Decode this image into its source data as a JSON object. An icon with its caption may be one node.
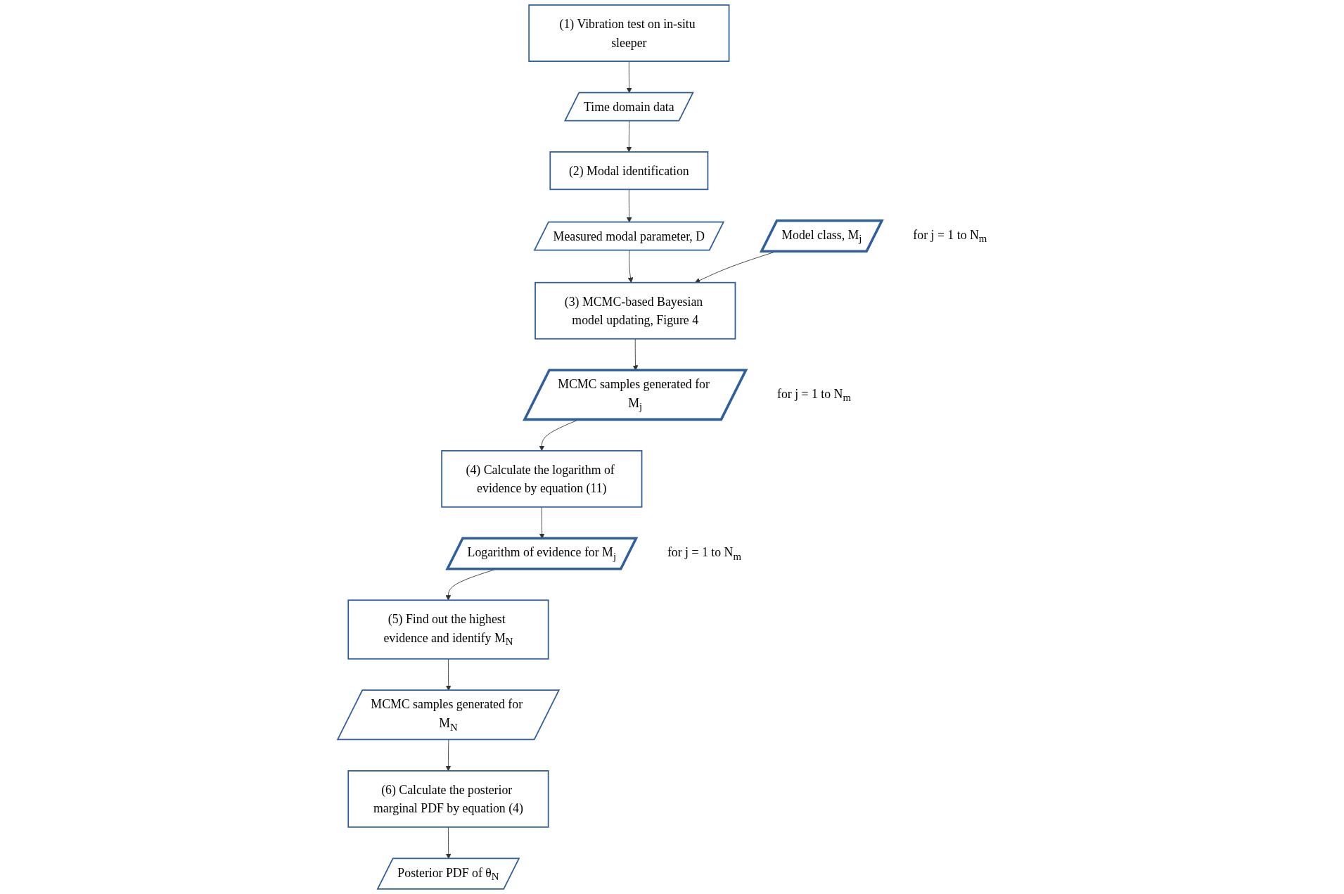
{
  "diagram": {
    "nodes": [
      {
        "text": [
          "Measured modal parameter, D"
        ]
      },
      {
        "text": [
          "(3) MCMC-based Bayesian model updating, Figure 4"
        ]
      },
      {
        "text": [
          "Model class, M$_{j}$"
        ],
        "beside": [
          "for j = 1 to N$_{m}$"
        ]
      },
      {
        "text": [
          "(2) Modal identification"
        ]
      },
      {
        "text": [
          "(4) Calculate the logarithm of evidence by equation (11)"
        ]
      },
      {
        "text": [
          "MCMC samples generated for M$_{j}$"
        ],
        "beside": [
          "for j = 1 to N$_{m}$"
        ]
      },
      {
        "text": [
          "Time domain data"
        ]
      },
      {
        "text": [
          "(5) Find out the highest evidence and identify M$_{N}$"
        ]
      },
      {
        "text": [
          "Logarithm of evidence for M$_{j}$"
        ],
        "beside": [
          "for j = 1 to N$_{m}$"
        ]
      },
      {
        "text": [
          "(1) Vibration test on in-situ sleeper"
        ]
      },
      {
        "text": [
          "(6) Calculate the posterior marginal PDF by equation (4)"
        ]
      },
      {
        "text": [
          "MCMC samples generated for M$_{N}$"
        ]
      },
      {
        "text": [
          "Posterior PDF of θ$_{N}$"
        ]
      }
    ],
    "edges": [
      {
        "from": 9,
        "to": 6,
        "arrow": "to"
      },
      {
        "from": 6,
        "to": 3,
        "arrow": "to"
      },
      {
        "from": 3,
        "to": 0,
        "arrow": "to"
      },
      {
        "from": 0,
        "to": 1,
        "arrow": "to"
      },
      {
        "from": 2,
        "to": 1,
        "arrow": "to"
      },
      {
        "from": 1,
        "to": 5,
        "arrow": "to"
      },
      {
        "from": 5,
        "to": 4,
        "arrow": "to"
      },
      {
        "from": 4,
        "to": 8,
        "arrow": "to"
      },
      {
        "from": 8,
        "to": 7,
        "arrow": "to"
      },
      {
        "from": 7,
        "to": 11,
        "arrow": "to"
      },
      {
        "from": 11,
        "to": 10,
        "arrow": "to"
      },
      {
        "from": 10,
        "to": 12,
        "arrow": "to"
      }
    ]
  }
}
